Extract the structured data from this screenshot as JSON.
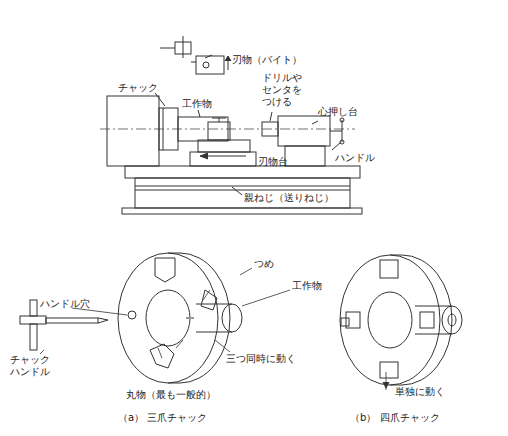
{
  "diagram": {
    "labels": [
      "刃物（バイト）",
      "ドリルや センタを つける",
      "チャック",
      "工作物",
      "心押し台",
      "ハンドル",
      "刃物台",
      "親ねじ（送りねじ）",
      "つめ",
      "工作物",
      "ハンドル穴",
      "チャック ハンドル",
      "三つ同時に動く",
      "丸物（最も一般的）",
      "（a） 三爪チャック",
      "単独に動く",
      "（b） 四爪チャック"
    ]
  }
}
